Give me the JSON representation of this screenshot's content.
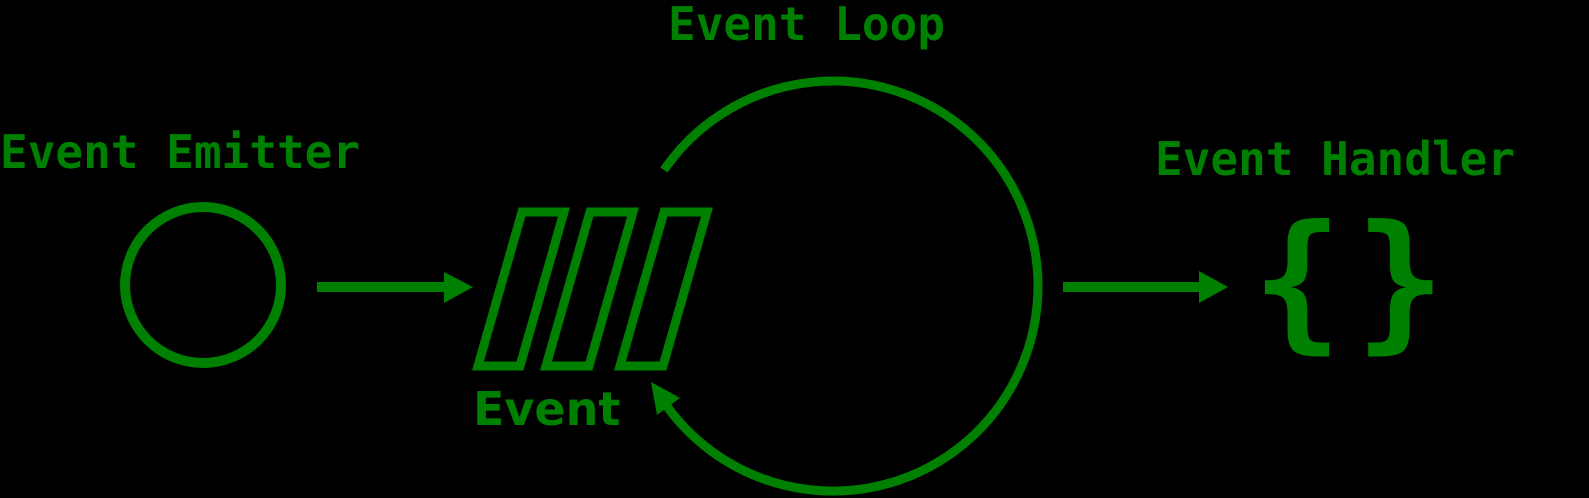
{
  "colors": {
    "stroke": "#008000",
    "background": "#000000"
  },
  "labels": {
    "emitter": "Event Emitter",
    "loop": "Event Loop",
    "handler": "Event Handler",
    "event": "Event"
  },
  "handler_symbol": {
    "open": "{",
    "close": "}"
  },
  "nodes": [
    {
      "id": "emitter",
      "shape": "circle",
      "label": "Event Emitter"
    },
    {
      "id": "queue",
      "shape": "parallelograms",
      "count": 3,
      "label": "Event"
    },
    {
      "id": "loop",
      "shape": "open-circle-arrow",
      "label": "Event Loop"
    },
    {
      "id": "handler",
      "shape": "braces",
      "label": "Event Handler"
    }
  ],
  "edges": [
    {
      "from": "emitter",
      "to": "queue"
    },
    {
      "from": "loop",
      "to": "queue"
    },
    {
      "from": "loop",
      "to": "handler"
    }
  ]
}
